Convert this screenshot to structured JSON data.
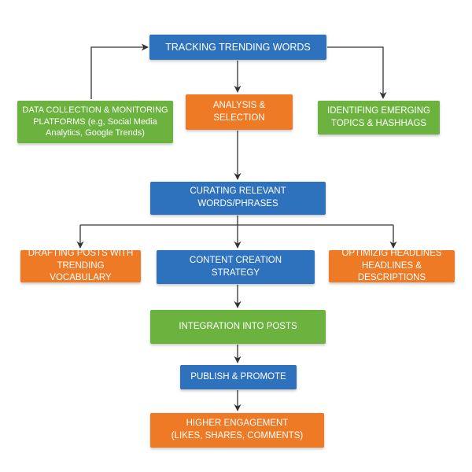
{
  "colors": {
    "blue": "#2E72BE",
    "orange": "#EF7A26",
    "green": "#6BB33E",
    "connector": "#333333"
  },
  "nodes": {
    "tracking": {
      "line1": "TRACKING TRENDING WORDS"
    },
    "data_collection": {
      "line1": "DATA COLLECTION & MONITORING",
      "line2_prefix": "PLATFORMS",
      "line2_rest": " (e.g, Social Media",
      "line3": "Analytics, Google Trends)"
    },
    "analysis": {
      "line1": "ANALYSIS &",
      "line2": "SELECTION"
    },
    "emerging": {
      "line1": "IDENTIFING EMERGING",
      "line2": "TOPICS & HASHHAGS"
    },
    "curating": {
      "line1": "CURATING RELEVANT WORDS/PHRASES"
    },
    "drafting": {
      "line1": "DRAFTING POSTS WITH",
      "line2": "TRENDING VOCABULARY"
    },
    "content": {
      "line1": "CONTENT CREATION",
      "line2": "STRATEGY"
    },
    "optimizing": {
      "line1": "OPTIMIZIG HEADLINES",
      "line2": "HEADLINES & DESCRIPTIONS"
    },
    "integration": {
      "line1": "INTEGRATION INTO POSTS"
    },
    "publish": {
      "line1": "PUBLISH & PROMOTE"
    },
    "higher": {
      "line1": "HIGHER ENGAGEMENT",
      "line2": "(LIKES, SHARES, COMMENTS)"
    }
  }
}
